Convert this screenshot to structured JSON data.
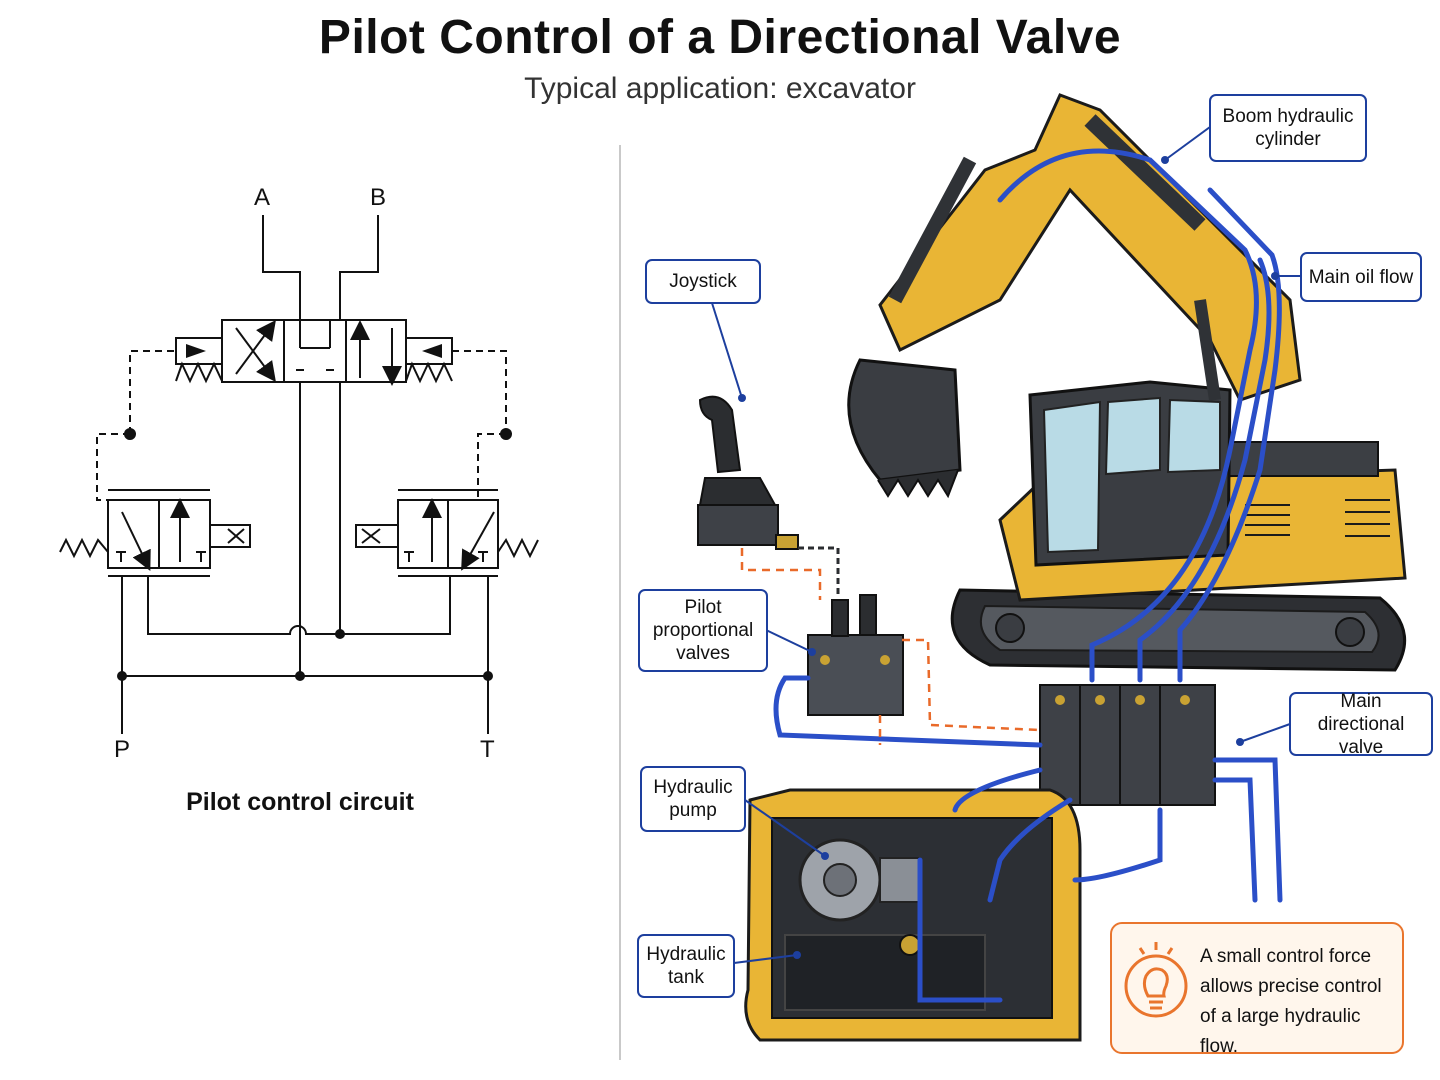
{
  "title": "Pilot Control of a Directional Valve",
  "subtitle": "Typical application: excavator",
  "circuit": {
    "caption": "Pilot control circuit",
    "ports": {
      "a": "A",
      "b": "B",
      "p": "P",
      "t": "T"
    }
  },
  "callouts": {
    "boom": "Boom hydraulic cylinder",
    "main_oil_flow": "Main oil flow",
    "joystick": "Joystick",
    "pilot_valves": "Pilot proportional valves",
    "main_valve": "Main directional valve",
    "pump": "Hydraulic pump",
    "tank": "Hydraulic tank"
  },
  "note": "A small control force allows precise control of a large hydraulic flow.",
  "colors": {
    "main_line": "#2b4fc8",
    "pilot_line": "#e96a2a",
    "machine_yellow": "#e9b535",
    "callout_border": "#1d3f9e",
    "note_border": "#e9752d"
  }
}
